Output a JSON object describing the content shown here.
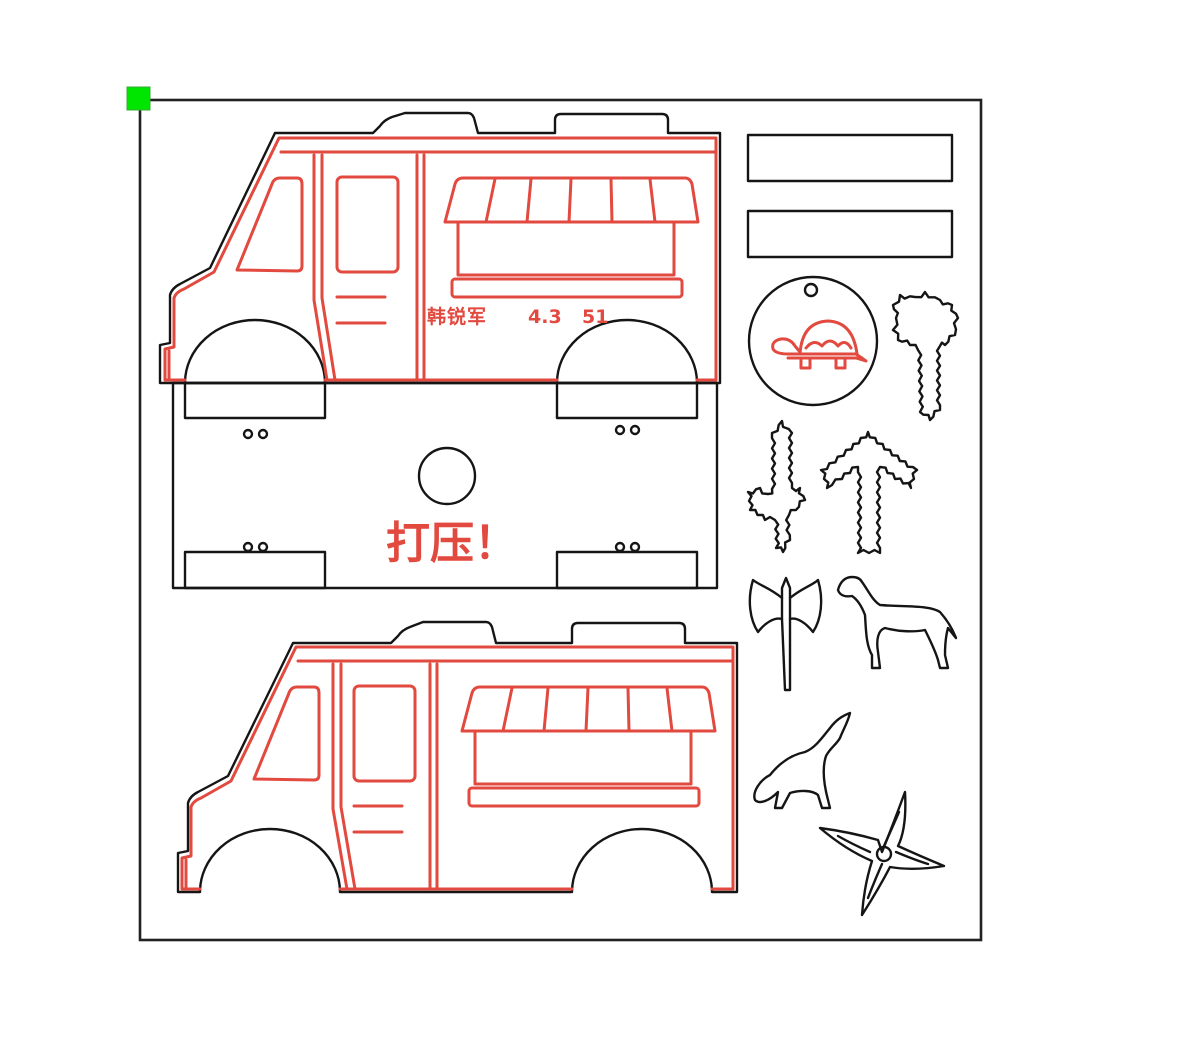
{
  "labels": {
    "truck_name": "韩锐军",
    "truck_code_a": "4.3",
    "truck_code_b": "51",
    "base_slogan": "打压！"
  },
  "colors": {
    "cut_line": "#151515",
    "engrave_line": "#e2493f",
    "origin_handle": "#00e600",
    "work_area": "#ffffff"
  },
  "parts": [
    "food-truck-side-icon",
    "food-truck-base-plate-icon",
    "name-bar-icon",
    "turtle-keychain-icon",
    "pixel-hammer-icon",
    "pixel-sword-icon",
    "pixel-arrow-icon",
    "battle-axe-icon",
    "dog-icon",
    "howling-wolf-icon",
    "shuriken-icon"
  ]
}
